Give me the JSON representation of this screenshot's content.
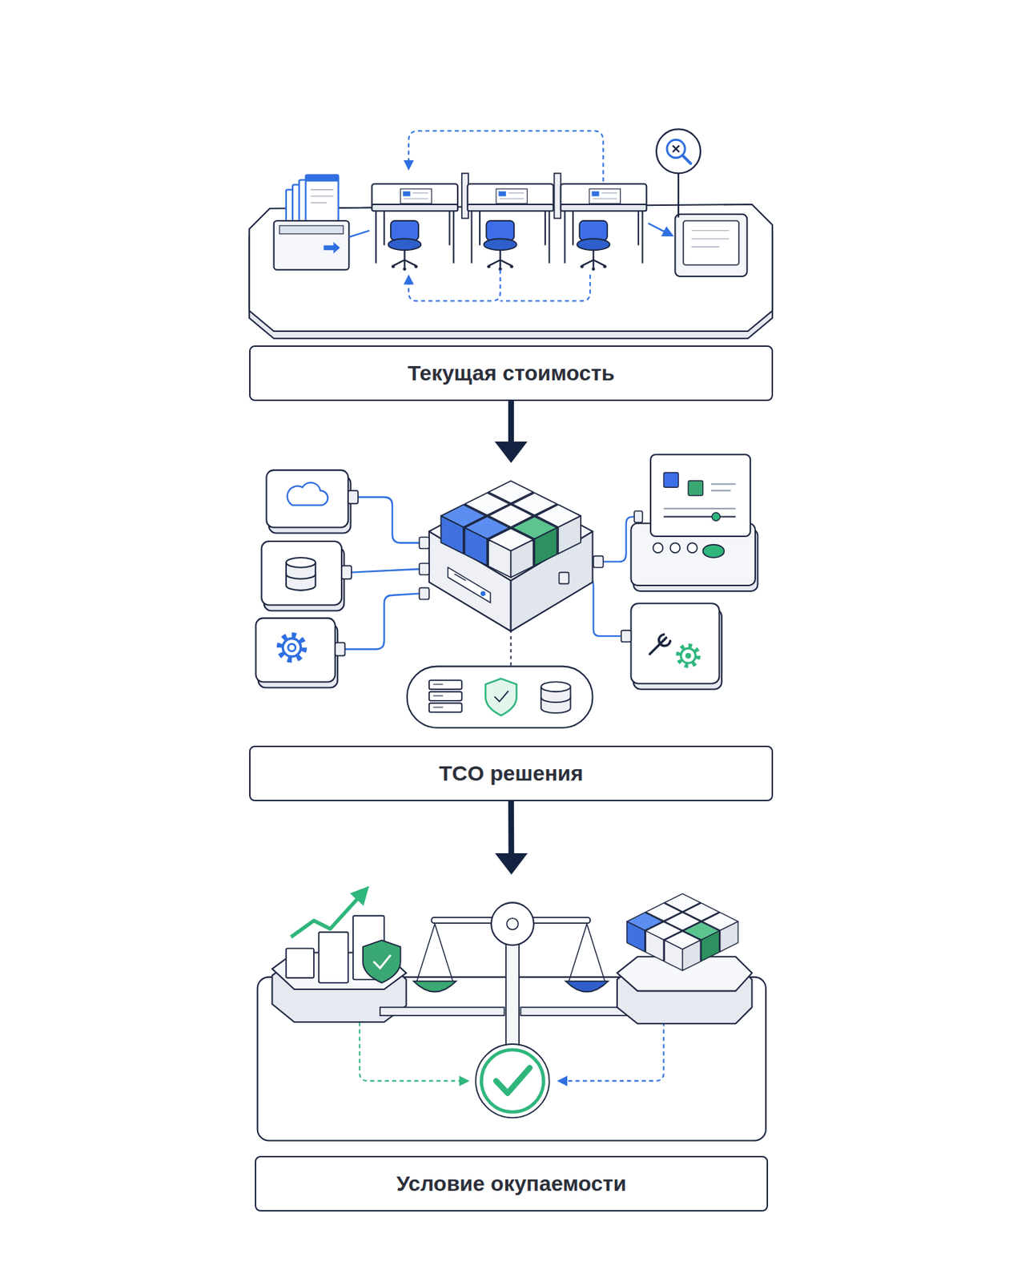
{
  "diagram": {
    "nodes": [
      {
        "text": [
          "Текущая стоимость"
        ]
      },
      {
        "text": [
          "TCO решения"
        ]
      },
      {
        "text": [
          "Условие окупаемости"
        ]
      }
    ],
    "edges": [
      {
        "from": 0,
        "to": 1,
        "arrow": "to"
      },
      {
        "from": 1,
        "to": 2,
        "arrow": "to"
      }
    ]
  }
}
